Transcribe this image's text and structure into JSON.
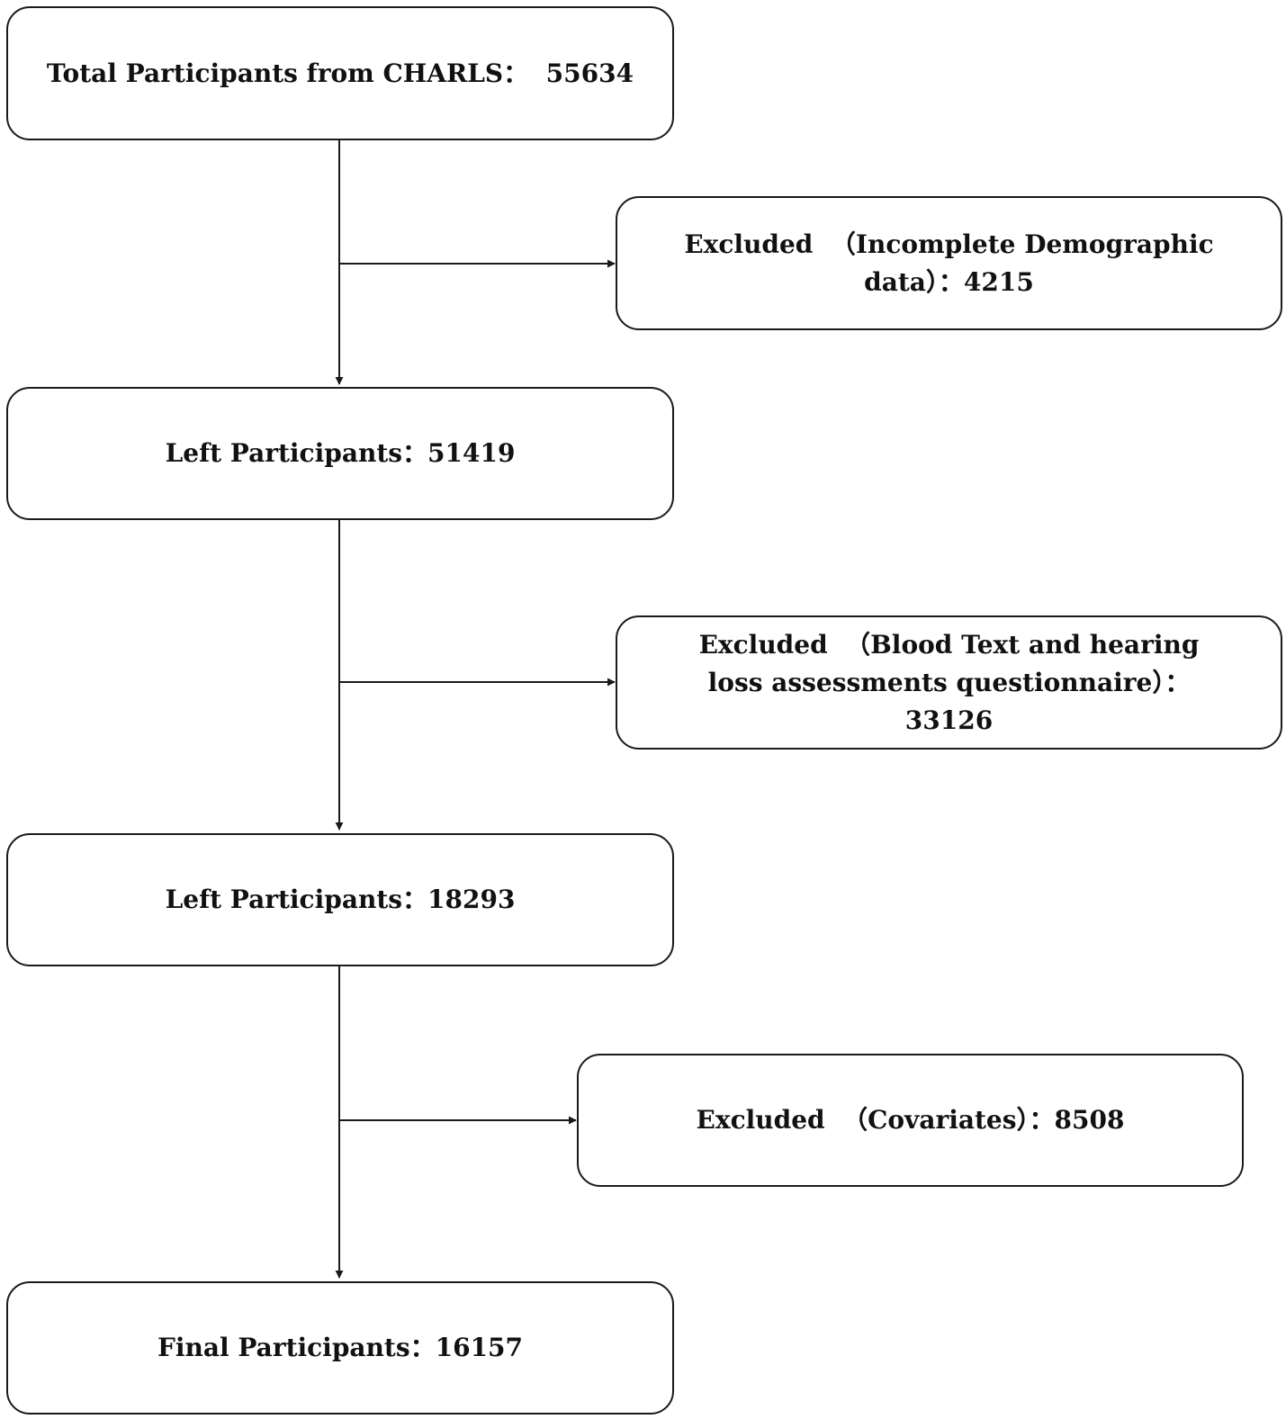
{
  "flowchart": {
    "main_boxes": [
      {
        "text": "Total Participants from CHARLS：  55634"
      },
      {
        "text": "Left Participants：51419"
      },
      {
        "text": "Left Participants：18293"
      },
      {
        "text": "Final Participants：16157"
      }
    ],
    "excluded_boxes": [
      {
        "text": "Excluded  （Incomplete Demographic data）：4215"
      },
      {
        "text": "Excluded  （Blood Text and hearing loss assessments questionnaire）：33126"
      },
      {
        "text": "Excluded  （Covariates）：8508"
      }
    ]
  }
}
